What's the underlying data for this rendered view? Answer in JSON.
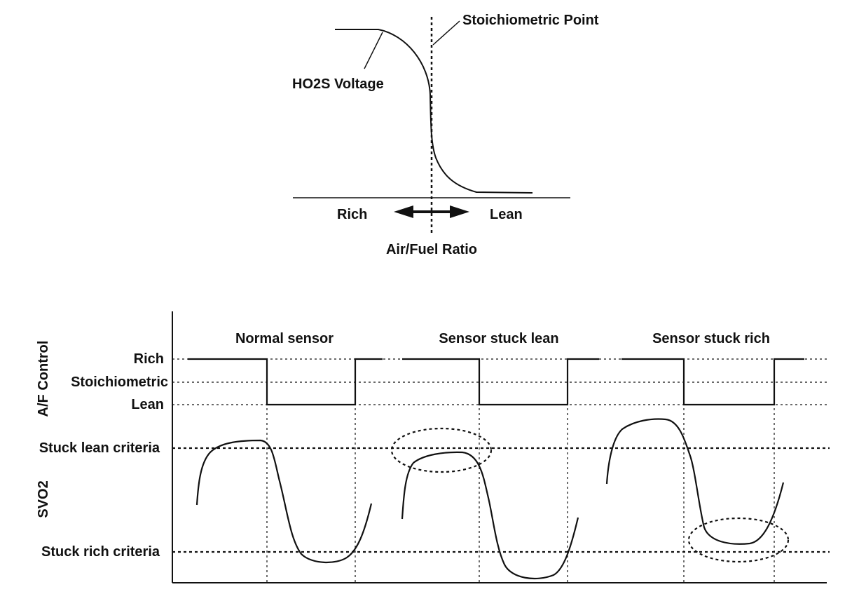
{
  "top_diagram": {
    "curve_label": "HO2S Voltage",
    "stoich_label": "Stoichiometric Point",
    "rich_label": "Rich",
    "lean_label": "Lean",
    "axis_label": "Air/Fuel Ratio"
  },
  "bottom_diagram": {
    "af_axis_label": "A/F Control",
    "svo2_axis_label": "SVO2",
    "levels": {
      "rich": "Rich",
      "stoich": "Stoichiometric",
      "lean": "Lean",
      "stuck_lean": "Stuck lean criteria",
      "stuck_rich": "Stuck rich criteria"
    },
    "panels": [
      {
        "title": "Normal sensor"
      },
      {
        "title": "Sensor stuck lean"
      },
      {
        "title": "Sensor stuck rich"
      }
    ]
  },
  "colors": {
    "line": "#111111",
    "background": "#ffffff"
  }
}
